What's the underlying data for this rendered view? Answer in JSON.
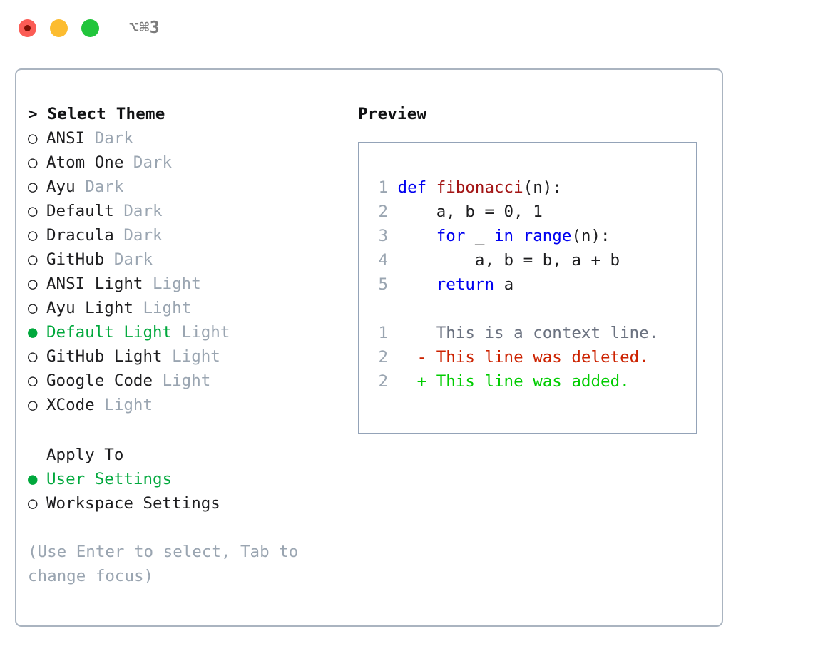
{
  "titlebar": {
    "shortcut": "⌥⌘3",
    "buttons": [
      {
        "name": "close",
        "color": "#fb5c55"
      },
      {
        "name": "minimize",
        "color": "#fcbc30"
      },
      {
        "name": "zoom",
        "color": "#21c53b"
      }
    ]
  },
  "colors": {
    "selected_green": "#00a83c",
    "dim_gray": "#9aa5b1",
    "text": "#1d1d1f",
    "panel_border": "#aab4c0",
    "preview_border": "#94a3b8",
    "keyword_blue": "#0000f0",
    "function_red": "#a31515",
    "diff_deleted": "#cc2200",
    "diff_added": "#00cc00",
    "diff_context": "#6b7280"
  },
  "theme_section": {
    "heading_prefix": "> ",
    "heading": "Select Theme",
    "marker_unselected": "○ ",
    "marker_selected": "● ",
    "items": [
      {
        "name": "ANSI",
        "kind": "Dark",
        "selected": false
      },
      {
        "name": "Atom One",
        "kind": "Dark",
        "selected": false
      },
      {
        "name": "Ayu",
        "kind": "Dark",
        "selected": false
      },
      {
        "name": "Default",
        "kind": "Dark",
        "selected": false
      },
      {
        "name": "Dracula",
        "kind": "Dark",
        "selected": false
      },
      {
        "name": "GitHub",
        "kind": "Dark",
        "selected": false
      },
      {
        "name": "ANSI Light",
        "kind": "Light",
        "selected": false
      },
      {
        "name": "Ayu Light",
        "kind": "Light",
        "selected": false
      },
      {
        "name": "Default Light",
        "kind": "Light",
        "selected": true
      },
      {
        "name": "GitHub Light",
        "kind": "Light",
        "selected": false
      },
      {
        "name": "Google Code",
        "kind": "Light",
        "selected": false
      },
      {
        "name": "XCode",
        "kind": "Light",
        "selected": false
      }
    ]
  },
  "apply_section": {
    "heading": "Apply To",
    "items": [
      {
        "name": "User Settings",
        "selected": true
      },
      {
        "name": "Workspace Settings",
        "selected": false
      }
    ]
  },
  "hint": "(Use Enter to select, Tab to change focus)",
  "preview": {
    "title": "Preview",
    "code_lines": [
      {
        "no": "1",
        "tokens": [
          {
            "t": "def ",
            "c": "kw"
          },
          {
            "t": "fibonacci",
            "c": "fn"
          },
          {
            "t": "(n):",
            "c": "plain"
          }
        ]
      },
      {
        "no": "2",
        "tokens": [
          {
            "t": "    a, b = 0, 1",
            "c": "plain"
          }
        ]
      },
      {
        "no": "3",
        "tokens": [
          {
            "t": "    ",
            "c": "plain"
          },
          {
            "t": "for ",
            "c": "kw"
          },
          {
            "t": "_ ",
            "c": "plain"
          },
          {
            "t": "in ",
            "c": "kw"
          },
          {
            "t": "range",
            "c": "kw"
          },
          {
            "t": "(n):",
            "c": "plain"
          }
        ]
      },
      {
        "no": "4",
        "tokens": [
          {
            "t": "        a, b = b, a + b",
            "c": "plain"
          }
        ]
      },
      {
        "no": "5",
        "tokens": [
          {
            "t": "    ",
            "c": "kw"
          },
          {
            "t": "return ",
            "c": "kw"
          },
          {
            "t": "a",
            "c": "plain"
          }
        ]
      }
    ],
    "diff_lines": [
      {
        "no": "1",
        "marker": " ",
        "text": "This is a context line.",
        "kind": "ctx"
      },
      {
        "no": "2",
        "marker": "-",
        "text": "This line was deleted.",
        "kind": "del"
      },
      {
        "no": "2",
        "marker": "+",
        "text": "This line was added.",
        "kind": "add"
      }
    ]
  }
}
